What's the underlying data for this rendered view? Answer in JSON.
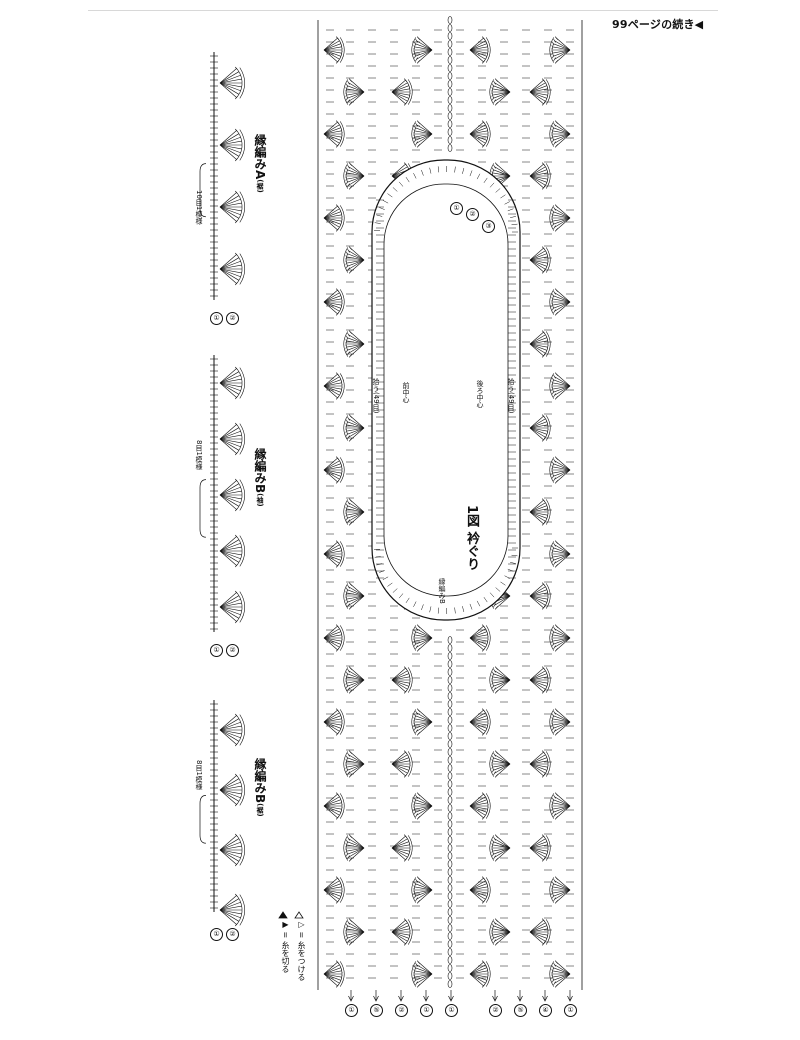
{
  "header": {
    "continuation": "99ページの続き◀"
  },
  "edgings": [
    {
      "title": "縁編みA",
      "note": "(裾)",
      "repeat": "10目1模様"
    },
    {
      "title": "縁編みB",
      "note": "(袖)",
      "repeat": "8目1模様"
    },
    {
      "title": "縁編みB",
      "note": "(裾)",
      "repeat": "8目1模様"
    }
  ],
  "row_markers_edging": [
    "①",
    "②"
  ],
  "main_figure": {
    "title": "1図 衿ぐり",
    "front_center": "前中心",
    "back_center": "後ろ中心",
    "left_count": "拾う(49目)",
    "right_count": "拾う(49目)",
    "edging_label": "縁編みB",
    "row_markers_top": [
      "①",
      "②",
      "③"
    ],
    "row_markers_bottom": [
      "①",
      "⑤",
      "②",
      "①",
      "①",
      "②",
      "⑤",
      "④",
      "①"
    ]
  },
  "legend": {
    "attach": "▷ = 糸をつける",
    "cut": "▶ = 糸を切る"
  },
  "colors": {
    "ink": "#111111",
    "rule": "#d8d8d8",
    "background": "#ffffff"
  }
}
